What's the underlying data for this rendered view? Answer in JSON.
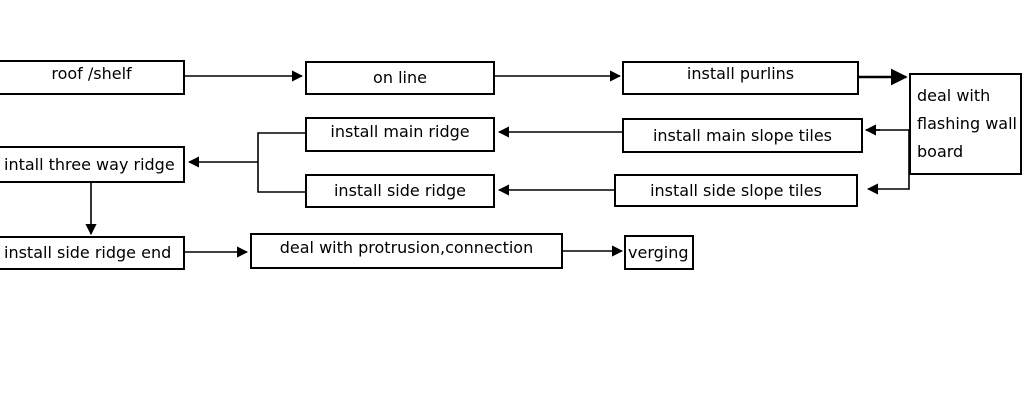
{
  "diagram": {
    "nodes": {
      "roof_shelf": "roof /shelf",
      "on_line": "on line",
      "install_purlins": "install purlins",
      "flashing_line1": "deal with",
      "flashing_line2": "flashing wall",
      "flashing_line3": "board",
      "install_main_slope_tiles": "install main slope tiles",
      "install_side_slope_tiles": "install side slope tiles",
      "install_main_ridge": "install main ridge",
      "install_side_ridge": "install side ridge",
      "intall_three_way_ridge": "intall three way ridge",
      "install_side_ridge_end": "install side ridge end",
      "deal_with_protrusion": "deal with protrusion,connection",
      "verging": "verging"
    },
    "line_color": "#000000"
  }
}
